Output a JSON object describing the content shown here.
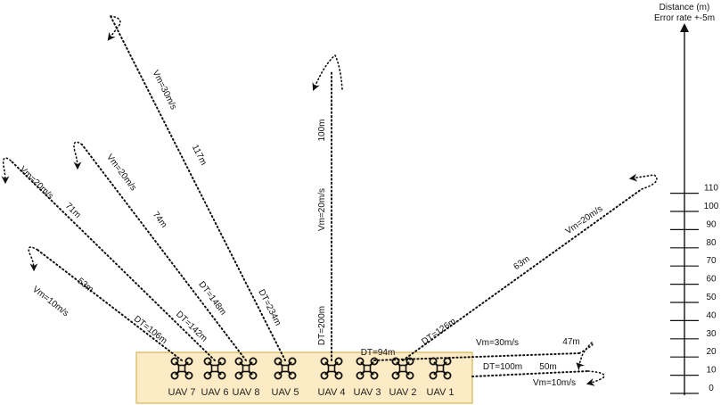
{
  "scale": {
    "title_line1": "Distance (m)",
    "title_line2": "Error rate +-5m",
    "ticks": [
      "0",
      "10",
      "20",
      "30",
      "40",
      "50",
      "60",
      "70",
      "80",
      "90",
      "100",
      "110"
    ]
  },
  "colors": {
    "formation_fill": "#fcebc4",
    "formation_stroke": "#d6b656",
    "ink": "#111111"
  },
  "uavs": [
    {
      "label": "UAV 7"
    },
    {
      "label": "UAV 6"
    },
    {
      "label": "UAV 8"
    },
    {
      "label": "UAV 5"
    },
    {
      "label": "UAV 4"
    },
    {
      "label": "UAV 3"
    },
    {
      "label": "UAV 2"
    },
    {
      "label": "UAV 1"
    }
  ],
  "labels": {
    "uav7_vm": "Vm=10m/s",
    "uav7_dist": "53m",
    "uav7_dt": "DT=106m",
    "uav6_vm": "Vm=20m/s",
    "uav6_dist": "71m",
    "uav6_dt": "DT=142m",
    "uav8_vm": "Vm=20m/s",
    "uav8_dist": "74m",
    "uav8_dt": "DT=148m",
    "uav5_vm": "Vm=30m/s",
    "uav5_dist": "117m",
    "uav5_dt": "DT=234m",
    "uav4_dist": "100m",
    "uav4_vm": "Vm=20m/s",
    "uav4_dt": "DT=200m",
    "uav3_dt": "DT=94m",
    "uav2_dt": "DT=126m",
    "uav2_dist": "63m",
    "uav2_vm": "Vm=20m/s",
    "uav_r1_vm": "Vm=30m/s",
    "uav_r1_dist": "47m",
    "uav_r2_dt": "DT=100m",
    "uav_r2_dist": "50m",
    "uav_r2_vm": "Vm=10m/s"
  }
}
